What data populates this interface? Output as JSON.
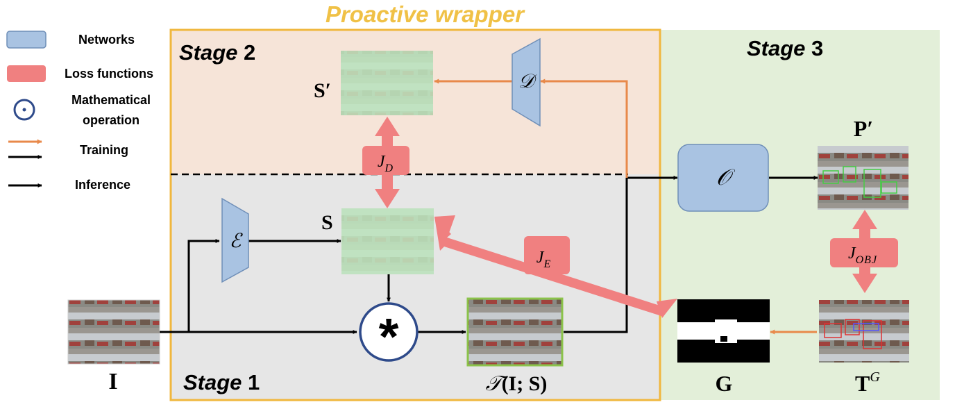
{
  "title": "Proactive wrapper",
  "legend": {
    "networks": "Networks",
    "loss": "Loss functions",
    "math": [
      "Mathematical",
      "operation"
    ],
    "training": "Training",
    "inference": "Inference"
  },
  "stages": {
    "s1": {
      "word": "Stage",
      "num": "1"
    },
    "s2": {
      "word": "Stage",
      "num": "2"
    },
    "s3": {
      "word": "Stage",
      "num": "3"
    }
  },
  "networks": {
    "encoder": "ℰ",
    "decoder": "𝒟",
    "detector": "𝒪"
  },
  "losses": {
    "jd": {
      "base": "J",
      "sub": "D"
    },
    "je": {
      "base": "J",
      "sub": "E"
    },
    "jobj": {
      "base": "J",
      "sub": "OBJ"
    }
  },
  "labels": {
    "s": "S",
    "s_prime": "S′",
    "i": "I",
    "t": {
      "script": "𝒯",
      "args": "(I; S)"
    },
    "g": "G",
    "p_prime": "P′",
    "tg": {
      "base": "T",
      "sup": "G"
    }
  },
  "operator": "*",
  "colors": {
    "network": "#a9c3e2",
    "network_border": "#6f8fb8",
    "loss": "#f08080",
    "training_arrow": "#e8894a",
    "stage2_bg": "#f6e4d8",
    "stage1_bg": "#e6e6e6",
    "stage3_bg": "#e3efd9",
    "wrapper_border": "#f0b73e",
    "title": "#f0c146",
    "template": "#bfe5bf",
    "operator_ring": "#2e4a8a"
  }
}
